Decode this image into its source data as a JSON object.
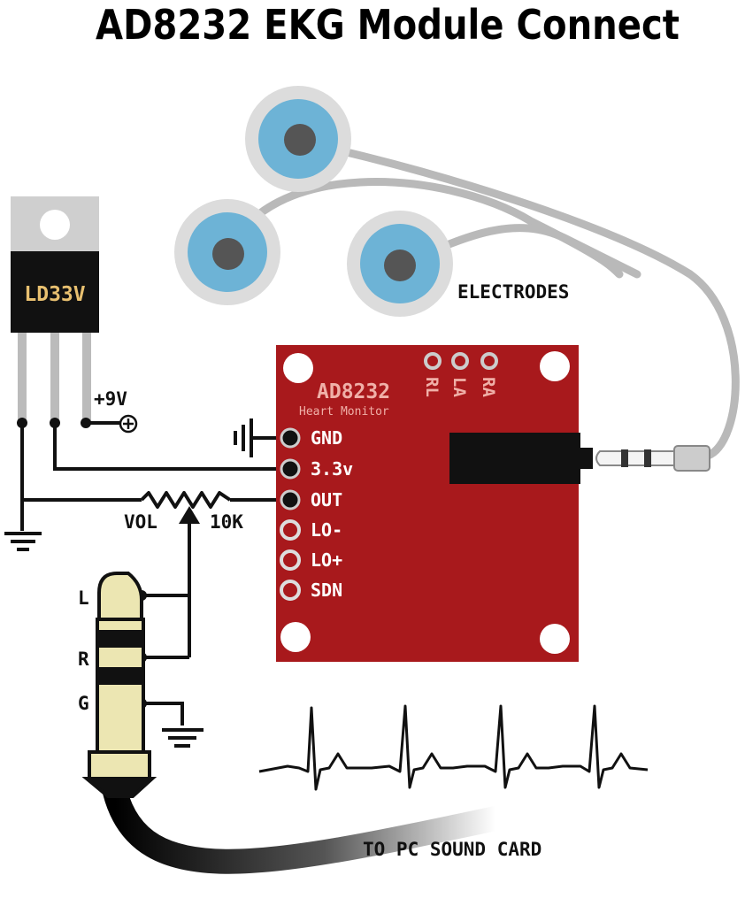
{
  "title": "AD8232 EKG Module Connect",
  "regulator": {
    "label": "LD33V",
    "supply": "+9V"
  },
  "electrodes": {
    "label": "ELECTRODES"
  },
  "module": {
    "name": "AD8232",
    "subtitle": "Heart Monitor",
    "electrode_pads": [
      "RL",
      "LA",
      "RA"
    ],
    "pins": [
      "GND",
      "3.3v",
      "OUT",
      "LO-",
      "LO+",
      "SDN"
    ]
  },
  "potentiometer": {
    "left_label": "VOL",
    "right_label": "10K"
  },
  "audio_plug": {
    "contacts": [
      "L",
      "R",
      "G"
    ]
  },
  "output": {
    "label": "TO PC SOUND CARD"
  },
  "colors": {
    "board": "#a8191c",
    "board_text": "#f0b0a8",
    "electrode_blue": "#6db3d6",
    "electrode_ring": "#dcdcdc",
    "wire": "#111111",
    "cable_gray": "#b9b9b9",
    "plug": "#ece6b2",
    "regulator_tab": "#cfcfcf"
  }
}
